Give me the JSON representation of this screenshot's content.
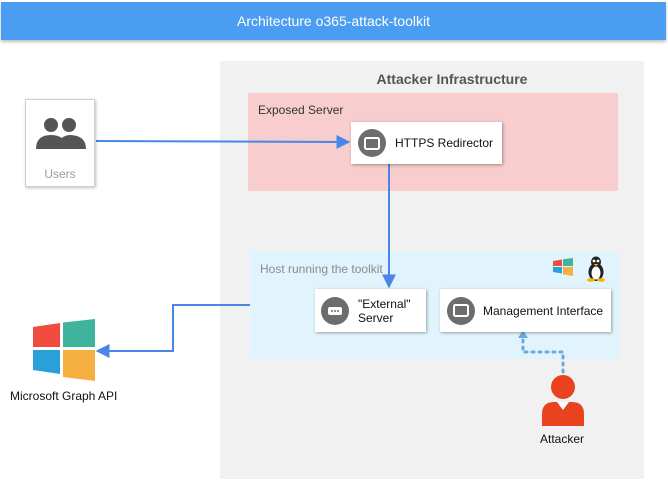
{
  "title": "Architecture o365-attack-toolkit",
  "groups": {
    "attacker_infrastructure": "Attacker Infrastructure",
    "exposed_server": "Exposed Server",
    "host": "Host running the toolkit"
  },
  "nodes": {
    "users": "Users",
    "https_redirector": "HTTPS Redirector",
    "external_server_line1": "\"External\"",
    "external_server_line2": "Server",
    "management_interface": "Management Interface",
    "attacker": "Attacker",
    "microsoft_graph": "Microsoft Graph API"
  },
  "icons": {
    "users": "users-icon",
    "https_redirector": "window-icon",
    "external_server": "server-icon",
    "management_interface": "window-icon",
    "attacker": "person-icon",
    "microsoft_graph": "windows-logo-icon",
    "host_os_windows": "windows-logo-icon",
    "host_os_linux": "linux-tux-icon"
  },
  "colors": {
    "title_bar": "#4a9df0",
    "exposed_server": "#f7cdcd",
    "host": "#e1f4fd",
    "infrastructure": "#f1f1f1",
    "connector": "#4a86e8",
    "attacker": "#e8421f"
  }
}
